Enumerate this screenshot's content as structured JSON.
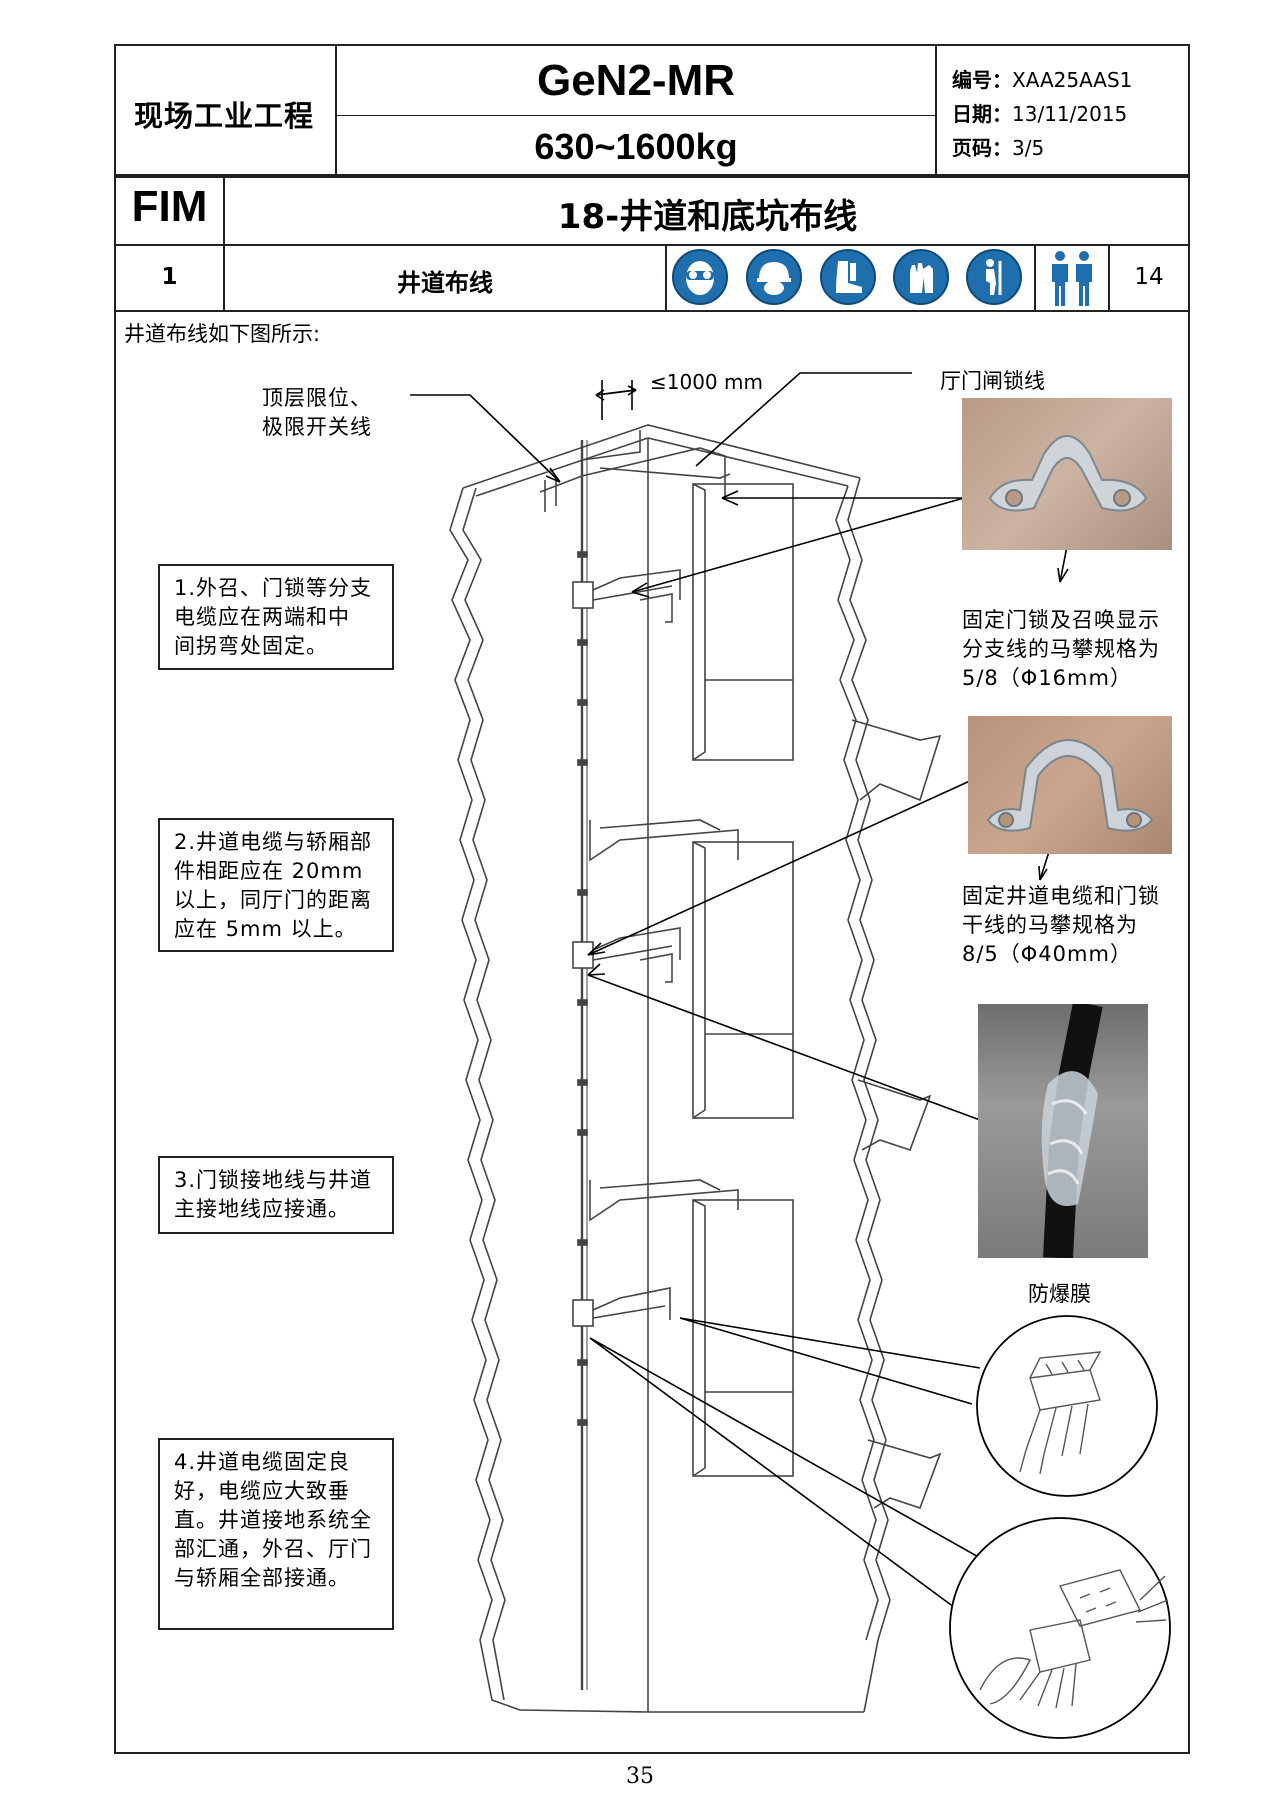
{
  "header": {
    "department": "现场工业工程",
    "product": "GeN2-MR",
    "capacity": "630~1600kg",
    "doc_no_label": "编号：",
    "doc_no": "XAA25AAS1",
    "date_label": "日期：",
    "date": "13/11/2015",
    "page_label": "页码：",
    "page": "3/5",
    "manual": "FIM",
    "chapter_title": "18-井道和底坑布线",
    "step_no": "1",
    "step_title": "井道布线",
    "persons_count": "14"
  },
  "ppe_icons": [
    "goggles-icon",
    "helmet-icon",
    "safety-boots-icon",
    "gloves-icon",
    "harness-icon",
    "two-persons-icon"
  ],
  "intro": "井道布线如下图所示:",
  "diagram": {
    "dimension_label": "≤1000 mm",
    "label_top_limit": [
      "顶层限位、",
      "极限开关线"
    ],
    "label_door_lock": "厅门闸锁线"
  },
  "notes": [
    {
      "lines": [
        "1.外召、门锁等分支",
        "电缆应在两端和中",
        "间拐弯处固定。"
      ]
    },
    {
      "lines": [
        "2.井道电缆与轿厢部",
        "件相距应在 20mm",
        "以上，同厅门的距离",
        "应在 5mm 以上。"
      ]
    },
    {
      "lines": [
        "3.门锁接地线与井道",
        "主接地线应接通。"
      ]
    },
    {
      "lines": [
        "4.井道电缆固定良",
        "好，电缆应大致垂",
        "直。井道接地系统全",
        "部汇通，外召、厅门",
        "与轿厢全部接通。"
      ]
    }
  ],
  "captions": {
    "clamp_small": [
      "固定门锁及召唤显示",
      "分支线的马攀规格为",
      "5/8（Φ16mm）"
    ],
    "clamp_large": [
      "固定井道电缆和门锁",
      "干线的马攀规格为",
      "8/5（Φ40mm）"
    ],
    "film": "防爆膜"
  },
  "page_number": "35"
}
